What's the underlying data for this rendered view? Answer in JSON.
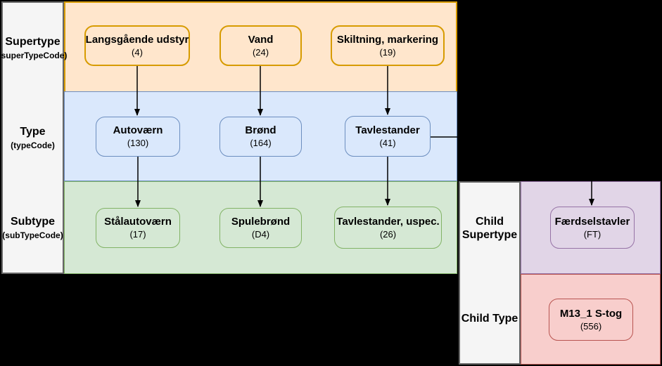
{
  "rows": {
    "supertype": {
      "label": "Supertype",
      "code": "(superTypeCode)"
    },
    "type": {
      "label": "Type",
      "code": "(typeCode)"
    },
    "subtype": {
      "label": "Subtype",
      "code": "(subTypeCode)"
    },
    "child_supertype": {
      "label": "Child Supertype"
    },
    "child_type": {
      "label": "Child Type"
    }
  },
  "nodes": {
    "supertypes": [
      {
        "name": "Langsgående udstyr",
        "count": "(4)"
      },
      {
        "name": "Vand",
        "count": "(24)"
      },
      {
        "name": "Skiltning, markering",
        "count": "(19)"
      }
    ],
    "types": [
      {
        "name": "Autoværn",
        "count": "(130)"
      },
      {
        "name": "Brønd",
        "count": "(164)"
      },
      {
        "name": "Tavlestander",
        "count": "(41)"
      }
    ],
    "subtypes": [
      {
        "name": "Stålautoværn",
        "count": "(17)"
      },
      {
        "name": "Spulebrønd",
        "count": "(D4)"
      },
      {
        "name": "Tavlestander, uspec.",
        "count": "(26)"
      }
    ],
    "child_supertype": {
      "name": "Færdselstavler",
      "count": "(FT)"
    },
    "child_type": {
      "name": "M13_1 S-tog",
      "count": "(556)"
    }
  },
  "colors": {
    "canvas": "#000000",
    "line": "#000000",
    "label_bg": "#f5f5f5",
    "label_border": "#666666",
    "orange_band": "#ffe6cc",
    "orange_border": "#d79b00",
    "blue_band": "#dae8fc",
    "blue_border": "#6c8ebf",
    "green_band": "#d5e8d4",
    "green_border": "#82b366",
    "purple_band": "#e1d5e7",
    "purple_border": "#9673a6",
    "red_band": "#f8cecc",
    "red_border": "#b85450"
  }
}
